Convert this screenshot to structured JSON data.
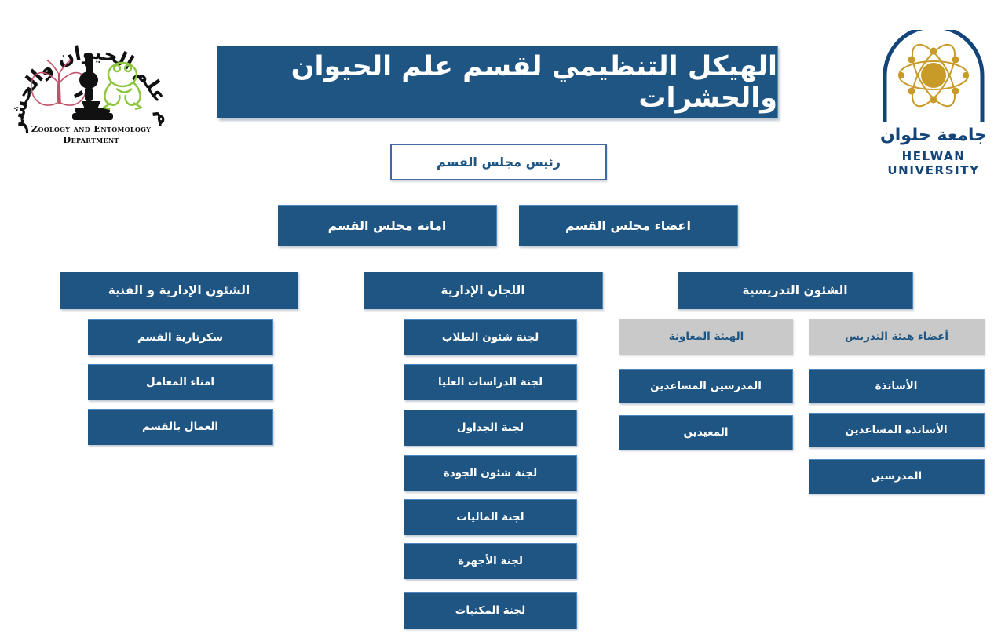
{
  "page": {
    "title": "الهيكل التنظيمي لقسم علم الحيوان والحشرات",
    "background_color": "#FFFFFF",
    "accent_blue": "#1F5582",
    "accent_gray": "#C9C9C9",
    "border_blue": "#41699F",
    "gold": "#C89B28"
  },
  "dept_logo": {
    "arabic_arc": "قسم علم الحيوان والحشرات",
    "caption": "Zoology and Entomology Department",
    "icons": [
      "butterfly-icon",
      "microscope-icon",
      "frog-icon"
    ]
  },
  "university_logo": {
    "name_ar": "جامعة حلوان",
    "name_en": "HELWAN UNIVERSITY",
    "icons": [
      "arch-icon",
      "atom-icon"
    ]
  },
  "chart_data": {
    "type": "diagram",
    "title": "الهيكل التنظيمي لقسم علم الحيوان والحشرات",
    "root": {
      "label": "رئيس مجلس القسم",
      "style": "white-box"
    },
    "level2": [
      {
        "label": "اعضاء مجلس القسم",
        "style": "blue-box"
      },
      {
        "label": "امانة مجلس القسم",
        "style": "blue-box"
      }
    ],
    "columns": [
      {
        "header": "الشئون التدريسية",
        "style": "blue-box",
        "subcolumns": [
          {
            "header": "أعضاء هيئة التدريس",
            "header_style": "gray-box",
            "items": [
              "الأساتذة",
              "الأساتذة المساعدين",
              "المدرسين"
            ]
          },
          {
            "header": "الهيئة المعاونة",
            "header_style": "gray-box",
            "items": [
              "المدرسين المساعدين",
              "المعيدين"
            ]
          }
        ]
      },
      {
        "header": "اللجان الإدارية",
        "style": "blue-box",
        "items": [
          "لجنة شئون الطلاب",
          "لجنة الدراسات العليا",
          "لجنة الجداول",
          "لجنة شئون الجودة",
          "لجنة الماليات",
          "لجنة الأجهزة",
          "لجنة المكتبات"
        ]
      },
      {
        "header": "الشئون الإدارية و الفنية",
        "style": "blue-box",
        "items": [
          "سكرتارية القسم",
          "امناء المعامل",
          "العمال بالقسم"
        ]
      }
    ]
  }
}
